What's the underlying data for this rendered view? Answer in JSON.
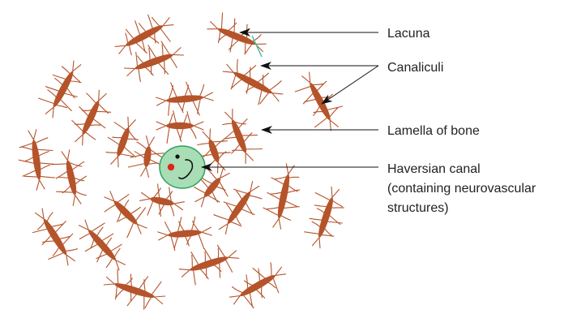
{
  "diagram": {
    "labels": {
      "lacuna": "Lacuna",
      "canaliculi": "Canaliculi",
      "lamella": "Lamella of bone",
      "haversian_line1": "Haversian canal",
      "haversian_line2": "(containing neurovascular",
      "haversian_line3": "structures)"
    },
    "colors": {
      "lacuna": "#b5532a",
      "canaliculi": "#b5532a",
      "canal_fill": "#a8ddb5",
      "canal_outline": "#2e9f5c",
      "red_dot": "#e0241c",
      "black_dot": "#111111",
      "leader_line": "#111111",
      "accent_line": "#2ec4a6"
    }
  }
}
